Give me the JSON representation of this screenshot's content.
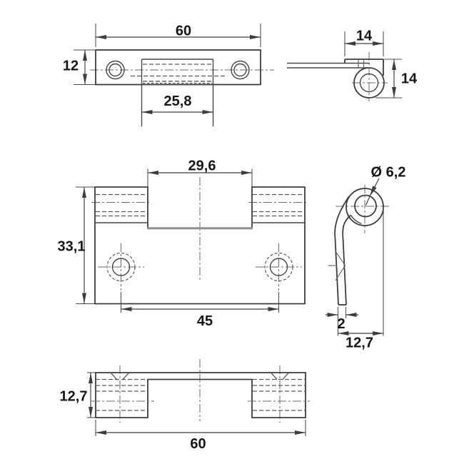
{
  "drawing": {
    "type": "technical-drawing",
    "subject": "hinge-with-dimensions",
    "colors": {
      "line": "#3d3d3d",
      "hidden_line": "#5a5a5a",
      "centerline": "#6a6a6a",
      "highlight_gray": "#8f8f8f",
      "text": "#151515",
      "background": "#ffffff"
    },
    "views": {
      "top": {
        "label": "top-view",
        "dim_width": "60",
        "dim_height": "12",
        "dim_tab_width": "25,8"
      },
      "side": {
        "label": "side-view",
        "dim_depth": "14",
        "dim_height": "14"
      },
      "front": {
        "label": "front-view",
        "dim_notch_width": "29,6",
        "dim_height": "33,1",
        "dim_hole_spacing": "45"
      },
      "profile": {
        "label": "leaf-profile-view",
        "dim_pin_hole": "Ø 6,2",
        "dim_thickness": "2",
        "dim_depth": "12,7"
      },
      "bottom": {
        "label": "bottom-view",
        "dim_height": "12,7",
        "dim_width": "60"
      }
    }
  }
}
